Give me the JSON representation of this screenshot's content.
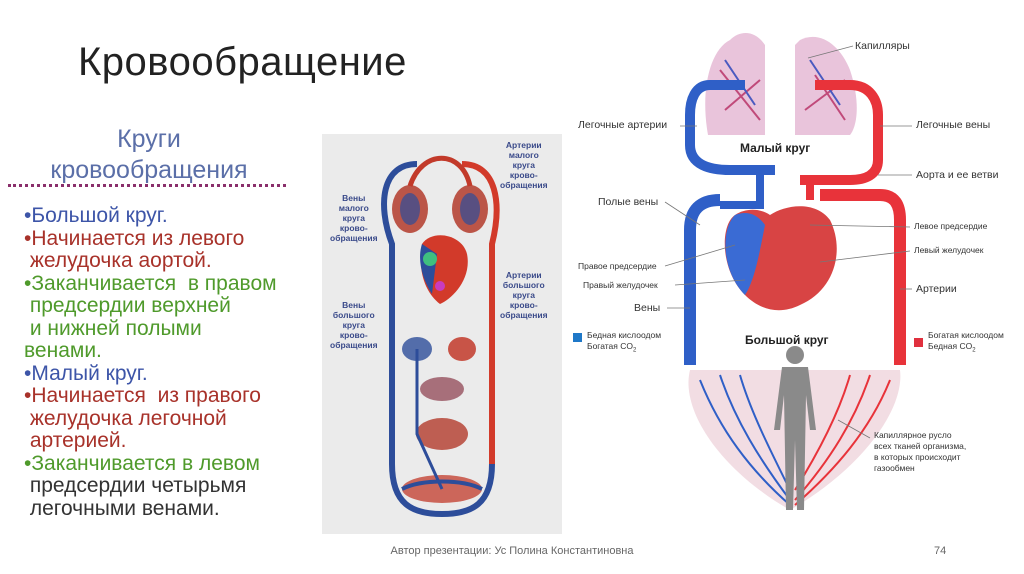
{
  "slide": {
    "title": "Кровообращение",
    "footer": "Автор презентации: Ус Полина Константиновна",
    "page_number": "74"
  },
  "left": {
    "heading_line1": "Круги",
    "heading_line2": "кровообращения",
    "lines": [
      {
        "text": "•Большой круг.",
        "color": "blue"
      },
      {
        "text": "•Начинается из левого",
        "color": "red"
      },
      {
        "text": " желудочка аортой.",
        "color": "red"
      },
      {
        "text": "•Заканчивается  в правом",
        "color": "green"
      },
      {
        "text": " предсердии верхней",
        "color": "green"
      },
      {
        "text": " и нижней полыми",
        "color": "green"
      },
      {
        "text": "венами.",
        "color": "green"
      },
      {
        "text": "•Малый круг.",
        "color": "blue"
      },
      {
        "text": "•Начинается  из правого",
        "color": "red"
      },
      {
        "text": " желудочка легочной",
        "color": "red"
      },
      {
        "text": " артерией.",
        "color": "red"
      },
      {
        "text": "•Заканчивается в левом",
        "color": "green"
      },
      {
        "text": " предсердии четырьмя",
        "color": "dark"
      },
      {
        "text": " легочными венами.",
        "color": "dark"
      }
    ]
  },
  "middle_diagram": {
    "label_arteries_small": "Артерии\nмалого\nкруга\nкрово-\nобращения",
    "label_veins_small": "Вены\nмалого\nкруга\nкрово-\nобращения",
    "label_arteries_big": "Артерии\nбольшого\nкруга\nкрово-\nобращения",
    "label_veins_big": "Вены\nбольшого\nкруга\nкрово-\nобращения"
  },
  "right_diagram": {
    "capillaries": "Капилляры",
    "pulmonary_arteries": "Легочные артерии",
    "pulmonary_veins": "Легочные вены",
    "small_circle": "Малый круг",
    "aorta": "Аорта и ее ветви",
    "vena_cava": "Полые вены",
    "left_atrium": "Левое предсердие",
    "left_ventricle": "Левый желудочек",
    "right_atrium": "Правое предсердие",
    "right_ventricle": "Правый желудочек",
    "arteries": "Артерии",
    "veins": "Вены",
    "big_circle": "Большой круг",
    "legend_poor_1": "Бедная кислоодом",
    "legend_poor_2": "Богатая CO",
    "legend_rich_1": "Богатая кислоодом",
    "legend_rich_2": "Бедная CO",
    "subscript_2": "2",
    "capillary_bed": "Капиллярное русло\nвсех тканей организма,\nв которых происходит\nгазообмен"
  },
  "colors": {
    "arterial": "#e8333a",
    "venous": "#2f5fc7",
    "legend_blue": "#1f78c8",
    "legend_red": "#e0303e"
  }
}
